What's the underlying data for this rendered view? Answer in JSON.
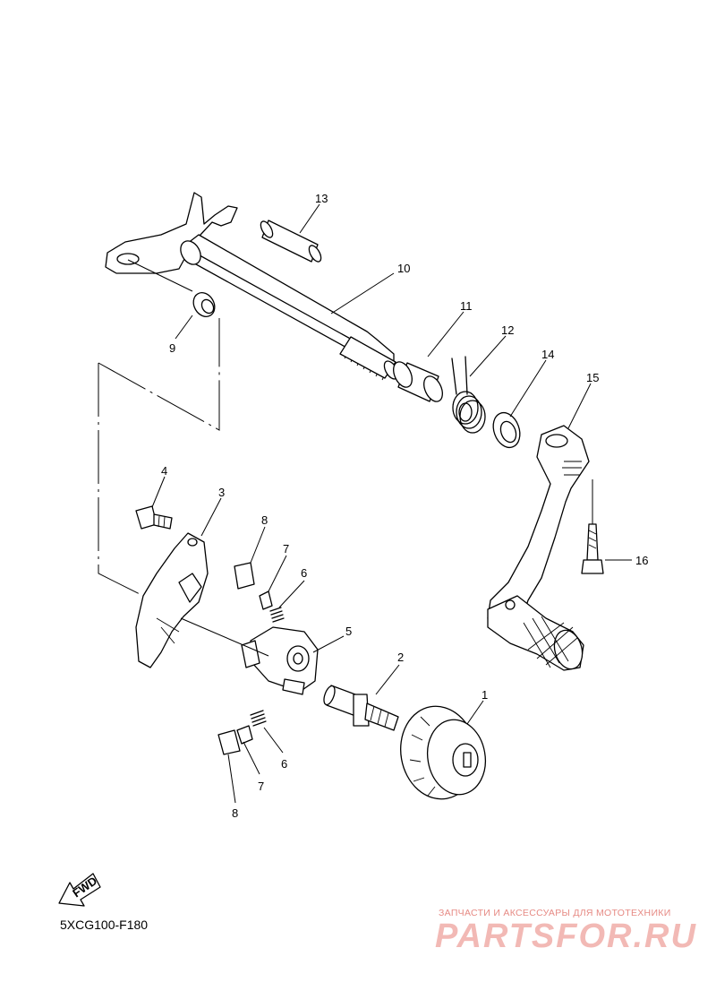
{
  "diagram_code": "5XCG100-F180",
  "fwd_label": "FWD",
  "watermark": {
    "tagline": "ЗАПЧАСТИ И АКСЕССУАРЫ ДЛЯ МОТОТЕХНИКИ",
    "logo": "PARTSFOR.RU"
  },
  "callouts": {
    "p1": "1",
    "p2": "2",
    "p3": "3",
    "p4": "4",
    "p5": "5",
    "p6a": "6",
    "p6b": "6",
    "p7a": "7",
    "p7b": "7",
    "p8a": "8",
    "p8b": "8",
    "p9": "9",
    "p10": "10",
    "p11": "11",
    "p12": "12",
    "p13": "13",
    "p14": "14",
    "p15": "15",
    "p16": "16"
  }
}
